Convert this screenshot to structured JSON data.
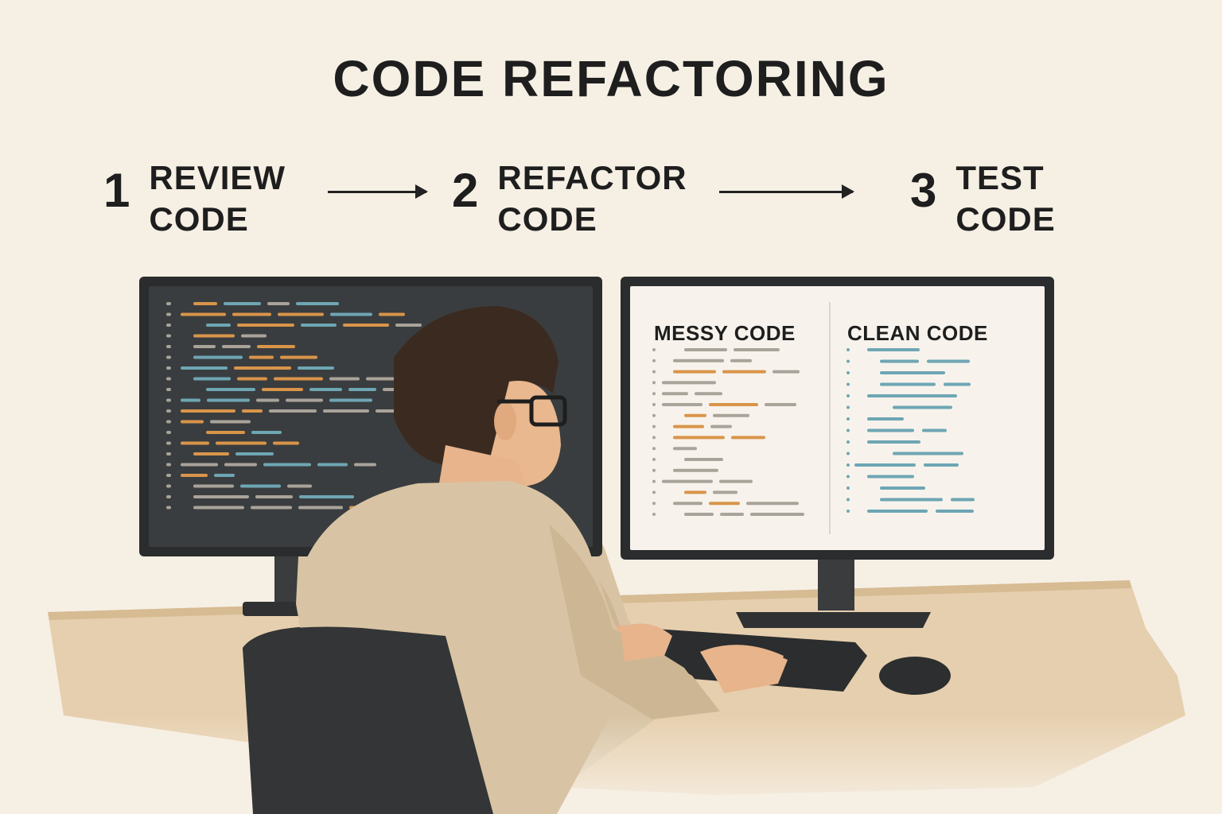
{
  "title": "CODE REFACTORING",
  "steps": [
    {
      "number": "1",
      "line1": "REVIEW",
      "line2": "CODE"
    },
    {
      "number": "2",
      "line1": "REFACTOR",
      "line2": "CODE"
    },
    {
      "number": "3",
      "line1": "TEST",
      "line2": "CODE"
    }
  ],
  "screen_right": {
    "left_label": "MESSY CODE",
    "right_label": "CLEAN CODE"
  },
  "colors": {
    "background": "#f6efe4",
    "text": "#1e1e1e",
    "code_orange": "#d9954a",
    "code_blue": "#6ea6b4",
    "code_gray": "#a9a39a",
    "sweater": "#d8c4a4",
    "desk": "#e6cfae"
  }
}
